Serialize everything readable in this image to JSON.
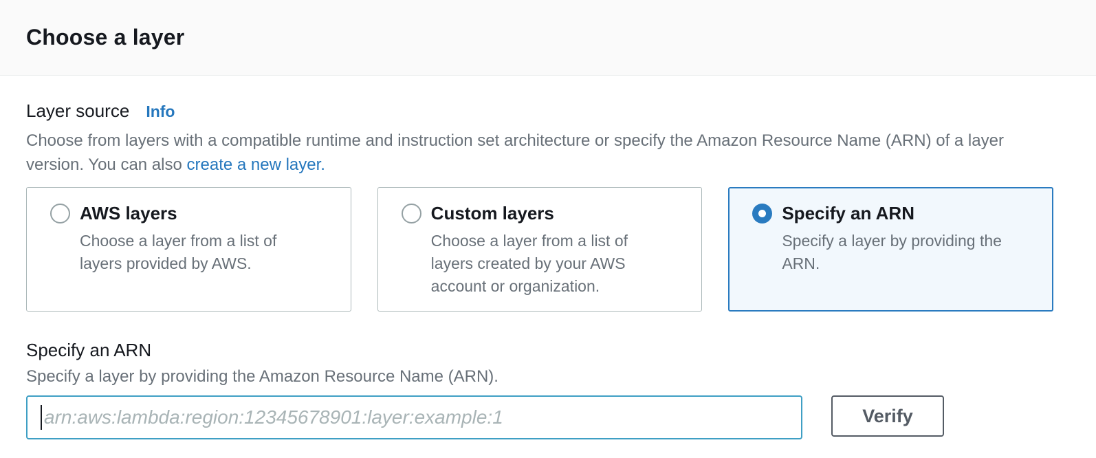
{
  "header": {
    "title": "Choose a layer"
  },
  "layer_source": {
    "label": "Layer source",
    "info_label": "Info",
    "description_line1": "Choose from layers with a compatible runtime and instruction set architecture or specify the Amazon Resource Name (ARN) of a layer",
    "description_line2_prefix": "version. You can also ",
    "create_layer_link_label": "create a new layer.",
    "options": [
      {
        "title": "AWS layers",
        "description": "Choose a layer from a list of layers provided by AWS.",
        "selected": false
      },
      {
        "title": "Custom layers",
        "description": "Choose a layer from a list of layers created by your AWS account or organization.",
        "selected": false
      },
      {
        "title": "Specify an ARN",
        "description": "Specify a layer by providing the ARN.",
        "selected": true
      }
    ]
  },
  "specify_arn": {
    "label": "Specify an ARN",
    "description": "Specify a layer by providing the Amazon Resource Name (ARN).",
    "input_value": "",
    "input_placeholder": "arn:aws:lambda:region:12345678901:layer:example:1",
    "verify_label": "Verify"
  },
  "colors": {
    "accent_blue": "#2a7bc0",
    "link_blue": "#2577bd",
    "input_focus_border": "#3f9fc4",
    "selected_tile_bg": "#f2f8fd",
    "header_bg": "#fafafa",
    "divider": "#eaeded",
    "dark_text": "#16191f",
    "gray_text": "#687078",
    "tile_border": "#aab7b8",
    "button_gray": "#545b64",
    "placeholder_gray": "#a9b4b6"
  }
}
